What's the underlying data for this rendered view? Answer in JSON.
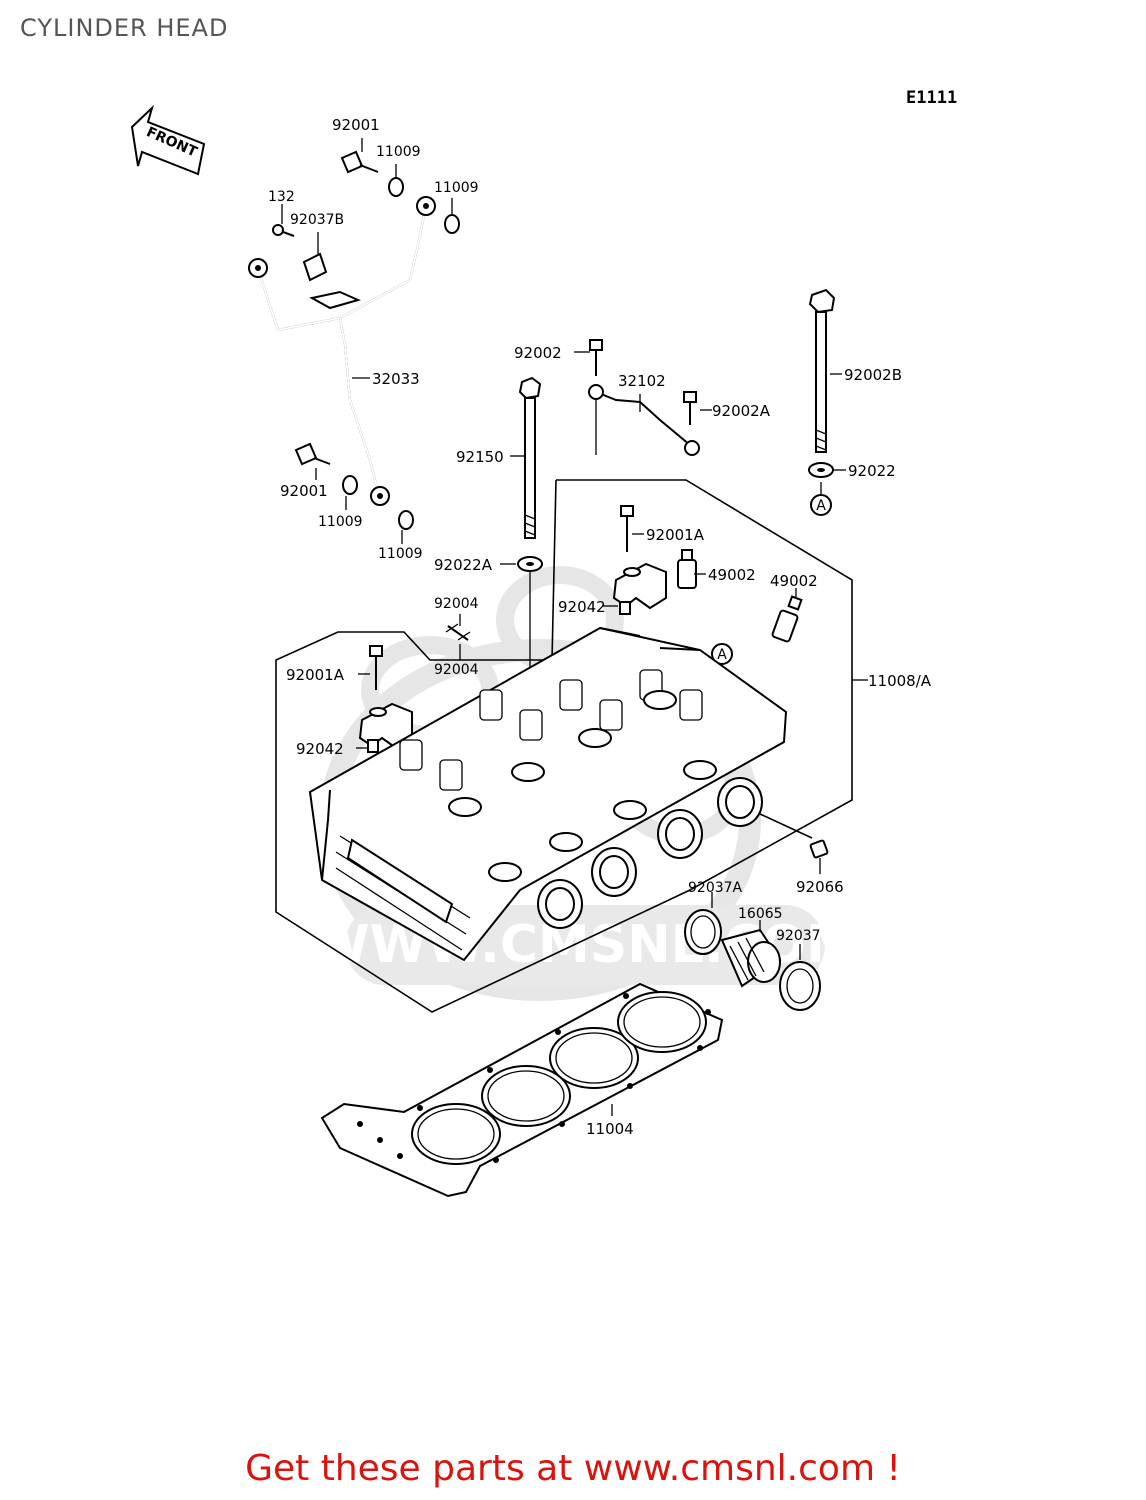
{
  "page": {
    "title": "CYLINDER HEAD",
    "ref_code": "E1111",
    "front_arrow": "FRONT",
    "watermark": "WWW.CMSNL.COM",
    "footer": "Get these parts at www.cmsnl.com !"
  },
  "callouts": {
    "p92001_top": "92001",
    "p11009_a": "11009",
    "p11009_b": "11009",
    "p132": "132",
    "p92037B": "92037B",
    "p32033": "32033",
    "p92001_low": "92001",
    "p11009_c": "11009",
    "p11009_d": "11009",
    "p92002": "92002",
    "p32102": "32102",
    "p92002A": "92002A",
    "p92002B": "92002B",
    "p92022": "92022",
    "marker_a1": "A",
    "p92150": "92150",
    "p92001A_r": "92001A",
    "p49002_a": "49002",
    "p49002_b": "49002",
    "p92022A": "92022A",
    "p92042_r": "92042",
    "p92004_a": "92004",
    "p92004_b": "92004",
    "marker_a2": "A",
    "p11008A": "11008/A",
    "p92001A_l": "92001A",
    "p92042_l": "92042",
    "p92066": "92066",
    "p92037A": "92037A",
    "p16065": "16065",
    "p92037": "92037",
    "p11004": "11004"
  }
}
